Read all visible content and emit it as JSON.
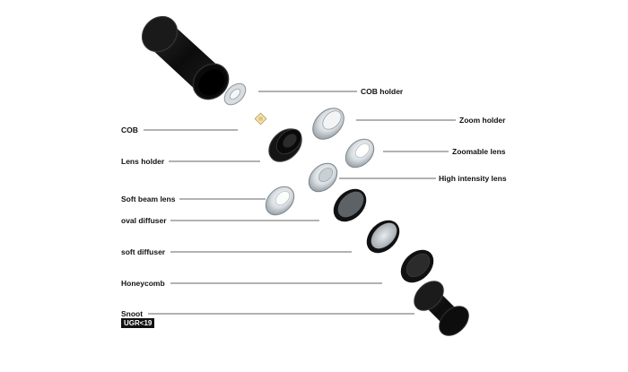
{
  "diagram": {
    "labels": {
      "cob_holder": "COB holder",
      "zoom_holder": "Zoom holder",
      "cob": "COB",
      "zoomable_lens": "Zoomable lens",
      "lens_holder": "Lens holder",
      "high_intensity_lens": "High intensity lens",
      "soft_beam_lens": "Soft beam lens",
      "oval_diffuser": "oval diffuser",
      "soft_diffuser": "soft diffuser",
      "honeycomb": "Honeycomb",
      "snoot": "Snoot"
    },
    "badge": "UGR<19",
    "colors": {
      "body": "#111111",
      "lens": "#d8dde0",
      "line": "#333333",
      "chip": "#e6c46a"
    }
  }
}
